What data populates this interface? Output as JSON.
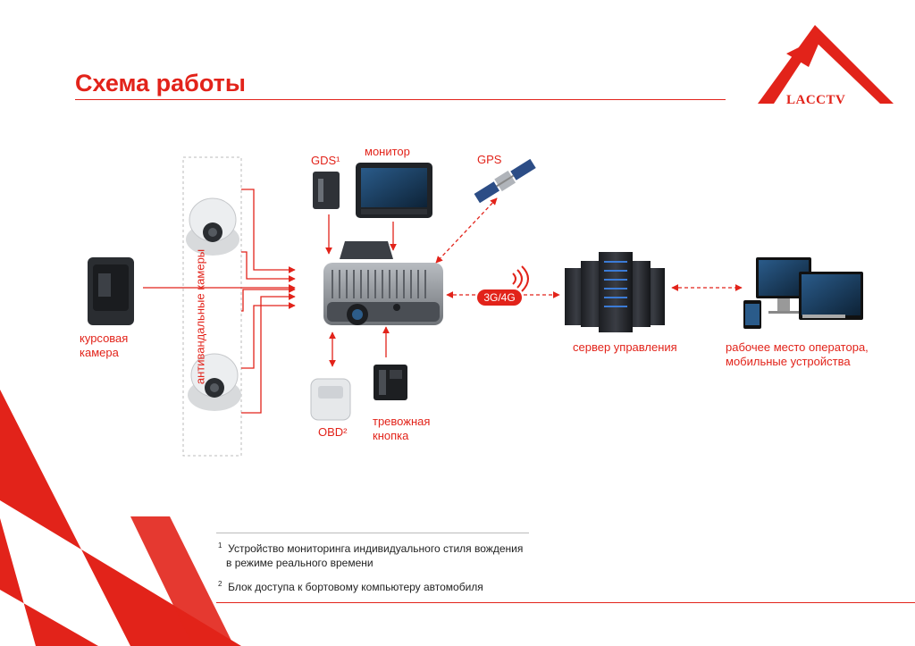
{
  "title": "Схема работы",
  "logo": {
    "text": "LACCTV"
  },
  "labels": {
    "gds": "GDS¹",
    "monitor": "монитор",
    "gps": "GPS",
    "dash_camera_line1": "курсовая",
    "dash_camera_line2": "камера",
    "vandal_cameras": "антивандальные камеры",
    "network": "3G/4G",
    "server": "сервер управления",
    "workstation_line1": "рабочее место оператора,",
    "workstation_line2": "мобильные устройства",
    "obd": "OBD²",
    "panic_line1": "тревожная",
    "panic_line2": "кнопка"
  },
  "footnotes": {
    "n1_mark": "1",
    "n1_line1": "Устройство мониторинга индивидуального стиля вождения",
    "n1_line2": "в режиме реального времени",
    "n2_mark": "2",
    "n2_line1": "Блок доступа к бортовому компьютеру автомобиля"
  },
  "colors": {
    "accent": "#e2231a",
    "device": "#7d8186",
    "dark": "#2b2e33"
  }
}
